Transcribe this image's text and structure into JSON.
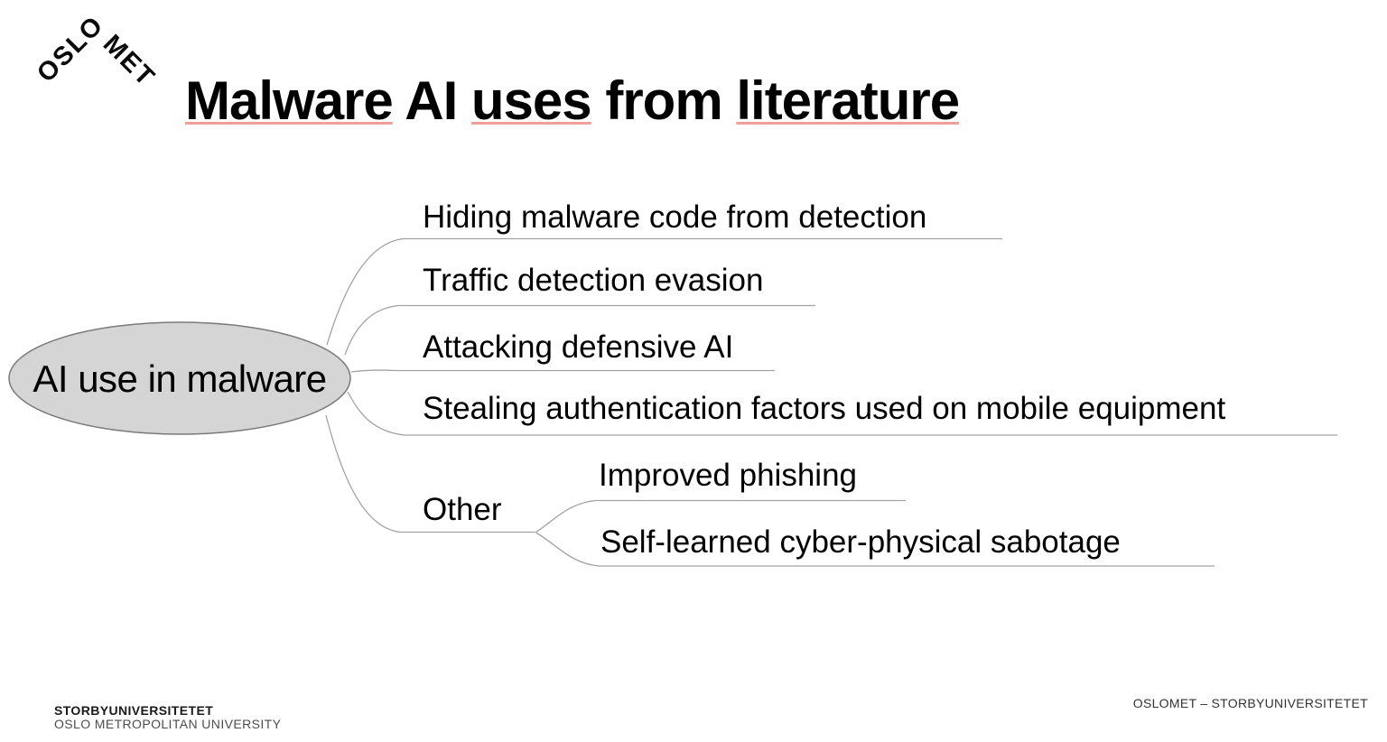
{
  "slide_title": {
    "words": [
      {
        "text": "Malware",
        "spellcheck_underline": true
      },
      {
        "text": "AI",
        "spellcheck_underline": false
      },
      {
        "text": "uses",
        "spellcheck_underline": true
      },
      {
        "text": "from",
        "spellcheck_underline": false
      },
      {
        "text": "literature",
        "spellcheck_underline": true
      }
    ]
  },
  "logo": {
    "arc_up": "OSLO",
    "arc_down": "MET"
  },
  "mindmap": {
    "root": "AI use in malware",
    "branches": [
      "Hiding malware code from detection",
      "Traffic detection evasion",
      "Attacking defensive AI",
      "Stealing authentication factors used on mobile equipment"
    ],
    "other_label": "Other",
    "other_children": [
      "Improved phishing",
      "Self-learned cyber-physical sabotage"
    ]
  },
  "footer": {
    "left_primary": "STORBYUNIVERSITETET",
    "left_secondary": "OSLO METROPOLITAN UNIVERSITY",
    "right": "OSLOMET – STORBYUNIVERSITETET"
  },
  "colors": {
    "node_fill": "#d5d5d5",
    "node_stroke": "#7a7a7a",
    "branch_line": "#a3a3a3",
    "spellcheck_underline": "#f0a099",
    "text": "#000000",
    "footer_secondary": "#4d4d4d"
  }
}
